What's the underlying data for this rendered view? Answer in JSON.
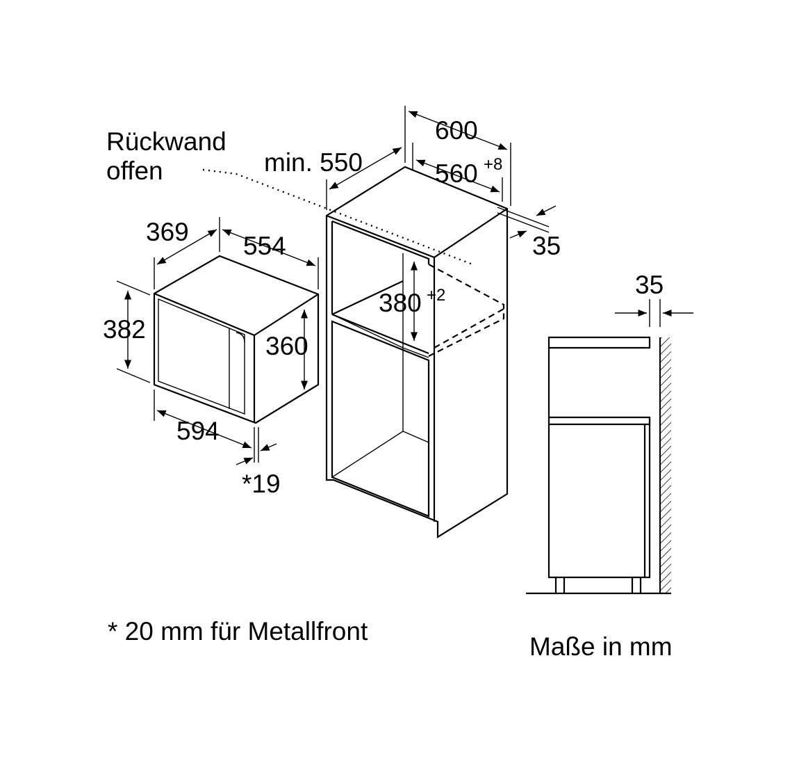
{
  "labels": {
    "rear_wall_line1": "Rückwand",
    "rear_wall_line2": "offen",
    "min_depth": "min. 550",
    "cab_width": "600",
    "niche_width": "560",
    "niche_width_tol": "+8",
    "side_35": "35",
    "niche_height": "380",
    "niche_height_tol": "+2",
    "mw_depth": "369",
    "mw_body_width": "554",
    "mw_height": "382",
    "mw_body_height": "360",
    "mw_width": "594",
    "mw_door": "*19",
    "side_view_35": "35",
    "footnote": "* 20 mm für Metallfront",
    "units": "Maße in mm"
  }
}
